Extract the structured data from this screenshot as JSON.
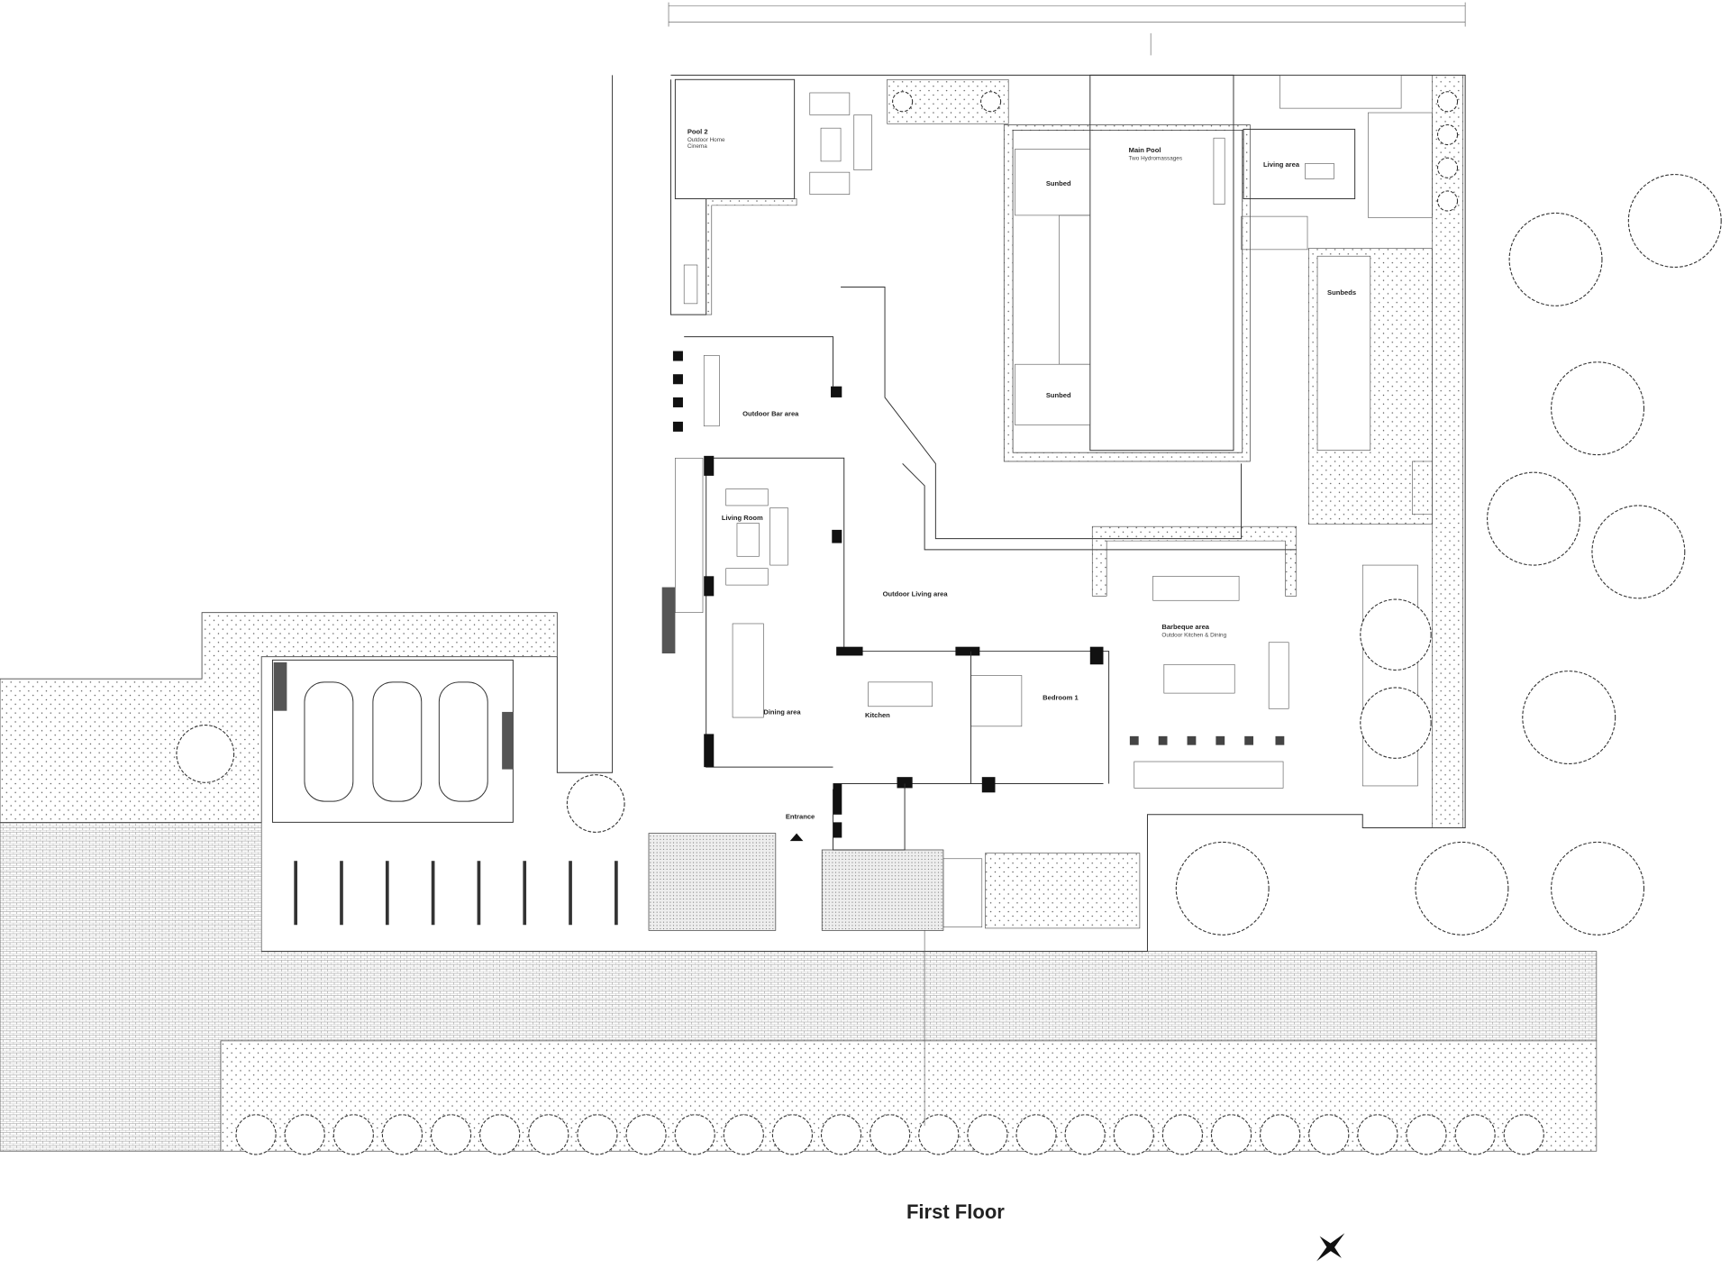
{
  "plan": {
    "title": "First Floor",
    "rooms": {
      "pool2": {
        "name": "Pool 2",
        "sub1": "Outdoor Home",
        "sub2": "Cinema"
      },
      "main_pool": {
        "name": "Main Pool",
        "sub": "Two Hydromassages"
      },
      "living_area": "Living area",
      "sunbed_top": "Sunbed",
      "sunbed_bottom": "Sunbed",
      "sunbeds": "Sunbeds",
      "outdoor_bar": "Outdoor Bar area",
      "living_room": "Living Room",
      "outdoor_living": "Outdoor Living area",
      "barbeque": {
        "name": "Barbeque area",
        "sub": "Outdoor Kitchen & Dining"
      },
      "bedroom1": "Bedroom 1",
      "kitchen": "Kitchen",
      "dining": "Dining area",
      "entrance": "Entrance"
    },
    "colors": {
      "line": "#333333",
      "wall": "#111111",
      "background": "#ffffff"
    }
  }
}
